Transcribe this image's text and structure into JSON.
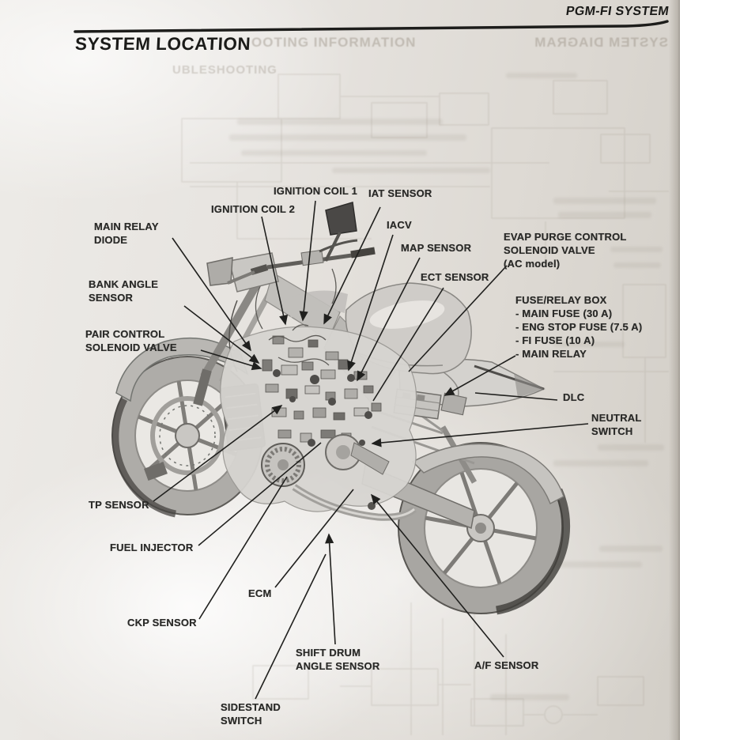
{
  "header": {
    "corner_title": "PGM-FI SYSTEM",
    "page_title": "SYSTEM LOCATION"
  },
  "ghost_bleedthrough": {
    "line1": "OOTING INFORMATION",
    "line2": "SYSTEM DIAGRAM",
    "line3": "UBLESHOOTING"
  },
  "illustration": {
    "subject": "motorcycle-component-location-drawing"
  },
  "callouts": {
    "ignition_coil_1": {
      "lines": [
        "IGNITION COIL 1"
      ]
    },
    "ignition_coil_2": {
      "lines": [
        "IGNITION COIL 2"
      ]
    },
    "iat_sensor": {
      "lines": [
        "IAT SENSOR"
      ]
    },
    "iacv": {
      "lines": [
        "IACV"
      ]
    },
    "map_sensor": {
      "lines": [
        "MAP SENSOR"
      ]
    },
    "ect_sensor": {
      "lines": [
        "ECT SENSOR"
      ]
    },
    "main_relay_diode": {
      "lines": [
        "MAIN RELAY",
        "DIODE"
      ]
    },
    "bank_angle_sensor": {
      "lines": [
        "BANK ANGLE",
        "SENSOR"
      ]
    },
    "pair_control_solenoid_valve": {
      "lines": [
        "PAIR CONTROL",
        "SOLENOID VALVE"
      ]
    },
    "evap_purge_control_solenoid_valve": {
      "lines": [
        "EVAP PURGE CONTROL",
        "SOLENOID VALVE",
        "(AC model)"
      ]
    },
    "fuse_relay_box": {
      "lines": [
        "FUSE/RELAY BOX",
        "- MAIN FUSE (30 A)",
        "- ENG STOP FUSE (7.5 A)",
        "- FI FUSE (10 A)",
        "- MAIN RELAY"
      ]
    },
    "dlc": {
      "lines": [
        "DLC"
      ]
    },
    "neutral_switch": {
      "lines": [
        "NEUTRAL",
        "SWITCH"
      ]
    },
    "tp_sensor": {
      "lines": [
        "TP SENSOR"
      ]
    },
    "fuel_injector": {
      "lines": [
        "FUEL INJECTOR"
      ]
    },
    "ecm": {
      "lines": [
        "ECM"
      ]
    },
    "ckp_sensor": {
      "lines": [
        "CKP SENSOR"
      ]
    },
    "shift_drum_angle_sensor": {
      "lines": [
        "SHIFT DRUM",
        "ANGLE SENSOR"
      ]
    },
    "af_sensor": {
      "lines": [
        "A/F SENSOR"
      ]
    },
    "sidestand_switch": {
      "lines": [
        "SIDESTAND",
        "SWITCH"
      ]
    }
  }
}
